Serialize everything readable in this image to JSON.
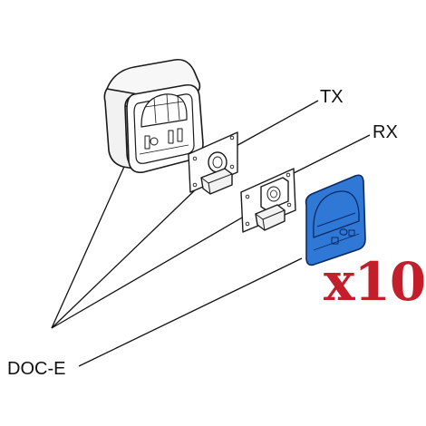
{
  "labels": {
    "tx": "TX",
    "rx": "RX",
    "doc_e": "DOC-E",
    "quantity": "x10"
  },
  "colors": {
    "highlight_fill": "#2f78d6",
    "highlight_stroke": "#0a2a66",
    "quantity_text": "#c41e2a",
    "line": "#111111"
  }
}
